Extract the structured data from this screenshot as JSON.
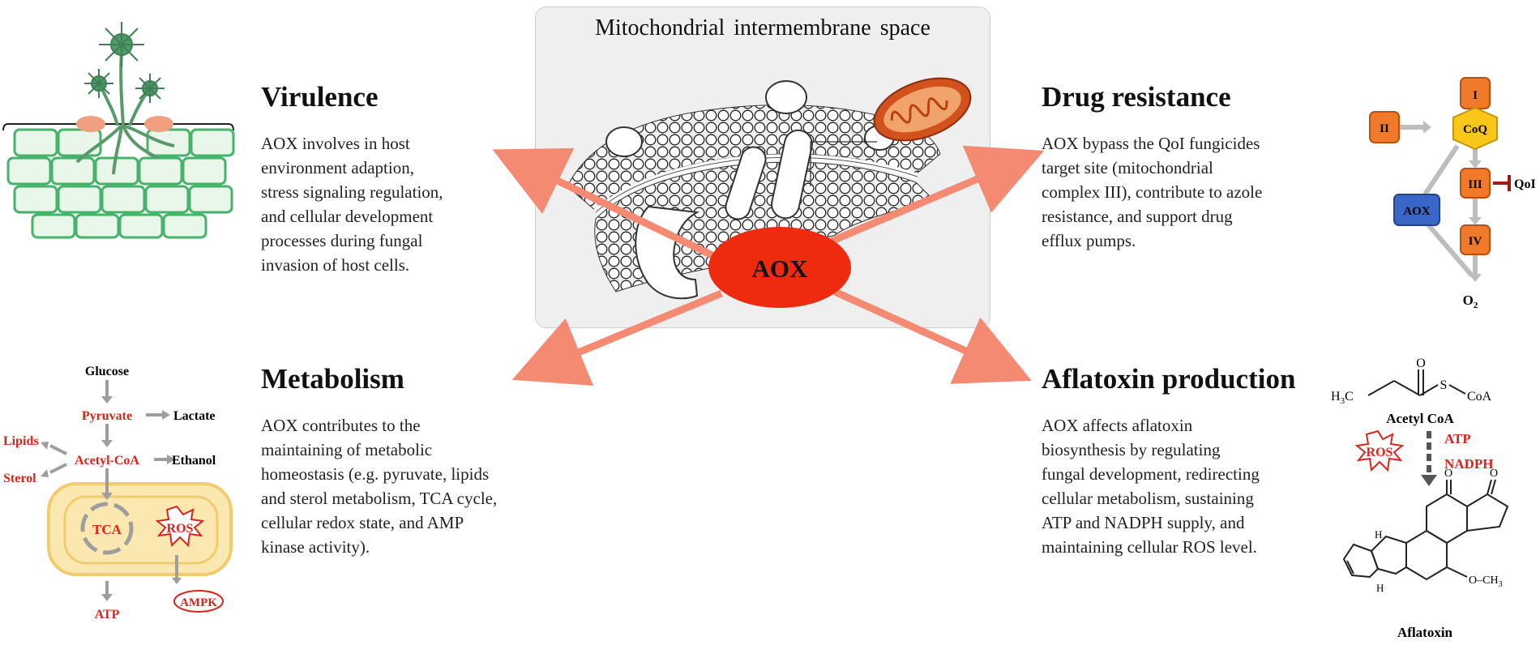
{
  "center": {
    "title": "Mitochondrial intermembrane space",
    "aox_label": "AOX"
  },
  "colors": {
    "arrow": "#f48a72",
    "aox": "#ee2a0f",
    "red_text": "#d9241c",
    "orange_box": "#f07a2a",
    "yellow_node": "#f9c61a",
    "blue_box": "#3a66c8",
    "cell_green": "#46b36b"
  },
  "virulence": {
    "heading": "Virulence",
    "text": "AOX involves  in host\nenvironment  adaption,\nstress signaling regulation,\nand cellular  development\nprocesses during  fungal\ninvasion  of host cells."
  },
  "drug": {
    "heading": "Drug resistance",
    "text": "AOX bypass the QoI fungicides\ntarget site (mitochondrial\ncomplex III), contribute to azole\nresistance,  and support drug\nefflux pumps.",
    "diagram": {
      "complex_i": "I",
      "complex_ii": "II",
      "coq": "CoQ",
      "complex_iii": "III",
      "complex_iv": "IV",
      "qoi": "QoI",
      "aox": "AOX",
      "o2": "O",
      "o2_sub": "2"
    }
  },
  "metabolism": {
    "heading": "Metabolism",
    "text": "AOX contributes  to the\nmaintaining  of metabolic\nhomeostasis  (e.g. pyruvate, lipids\nand sterol metabolism,  TCA cycle,\ncellular redox state, and AMP\nkinase activity).",
    "diagram": {
      "glucose": "Glucose",
      "pyruvate": "Pyruvate",
      "lactate": "Lactate",
      "lipids": "Lipids",
      "acetyl_coa": "Acetyl-CoA",
      "ethanol": "Ethanol",
      "sterol": "Sterol",
      "tca": "TCA",
      "ros": "ROS",
      "atp": "ATP",
      "ampk": "AMPK"
    }
  },
  "aflatoxin": {
    "heading": "Aflatoxin production",
    "text": "AOX affects aflatoxin\nbiosynthesis  by regulating\nfungal development, redirecting\ncellular metabolism, sustaining\nATP and NADPH supply, and\nmaintaining cellular ROS level.",
    "diagram": {
      "h3c": "H",
      "h3c_sub": "3",
      "h3c_c": "C",
      "o": "O",
      "s": "S",
      "coa": "CoA",
      "acetyl_coa": "Acetyl CoA",
      "ros": "ROS",
      "atp": "ATP",
      "nadph": "NADPH",
      "h": "H",
      "och3": "O–CH",
      "och3_sub": "3",
      "aflatoxin": "Aflatoxin"
    }
  }
}
